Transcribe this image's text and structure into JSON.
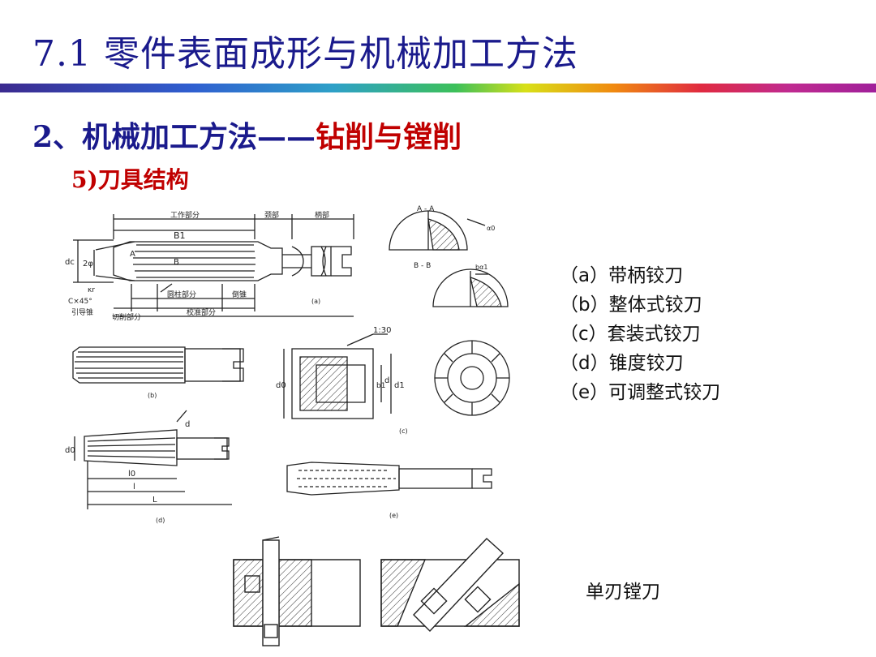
{
  "slide": {
    "title": "7.1 零件表面成形与机械加工方法",
    "heading_lead": "2、机械加工方法——",
    "heading_accent": "钻削与镗削",
    "subheading": "5)刀具结构"
  },
  "legend": {
    "items": [
      "（a）带柄铰刀",
      "（b）整体式铰刀",
      "（c）套装式铰刀",
      "（d）锥度铰刀",
      "（e）可调整式铰刀"
    ]
  },
  "boring_caption": "单刃镗刀",
  "figure_a": {
    "dim_work": "工作部分",
    "dim_neck": "颈部",
    "dim_shank": "柄部",
    "label_b1": "B1",
    "label_b": "B",
    "label_a": "A",
    "label_dc": "dc",
    "label_2phi": "2φ",
    "label_kr": "κr",
    "label_chamfer": "C×45°",
    "label_guide": "引导锥",
    "label_cylinder": "圆柱部分",
    "label_taper": "倒锥",
    "label_cutting": "切削部分",
    "label_calibrating": "校准部分",
    "label_fig": "(a)",
    "section_aa": "A - A",
    "section_bb": "B - B",
    "label_alpha": "α0",
    "label_ba1": "bα1"
  },
  "figure_b": {
    "label_fig": "(b)"
  },
  "figure_c": {
    "label_taper": "1:30",
    "label_d0": "d0",
    "label_d": "d",
    "label_d1": "d1",
    "label_b1": "b1",
    "label_fig": "(c)"
  },
  "figure_d": {
    "label_d": "d",
    "label_d0": "d0",
    "label_l0": "l0",
    "label_l": "l",
    "label_L": "L",
    "label_fig": "(d)"
  },
  "figure_e": {
    "label_fig": "(e)"
  }
}
